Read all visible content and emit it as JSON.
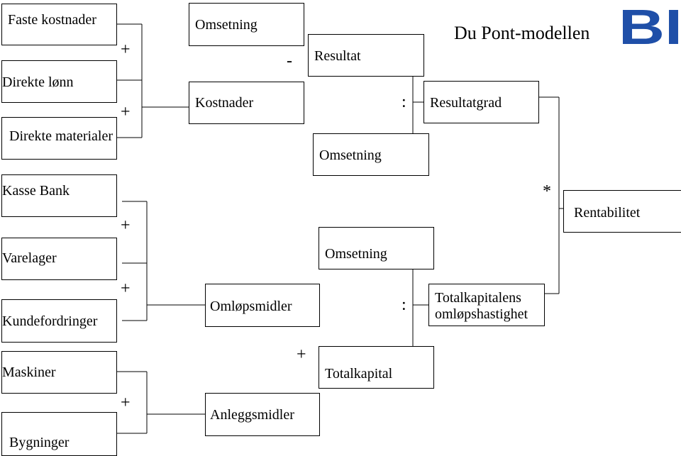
{
  "title": "Du Pont-modellen",
  "logo_text": "BI",
  "colors": {
    "logo": "#1f4fa8",
    "line": "#000000",
    "box_border": "#000000"
  },
  "boxes": {
    "faste_kostnader": "Faste kostnader",
    "direkte_lonn": "Direkte lønn",
    "direkte_materialer": "Direkte materialer",
    "kasse_bank": "Kasse Bank",
    "varelager": "Varelager",
    "kundefordringer": "Kundefordringer",
    "maskiner": "Maskiner",
    "bygninger": "Bygninger",
    "omsetning_top": "Omsetning",
    "kostnader": "Kostnader",
    "omlopsmidler": "Omløpsmidler",
    "anleggsmidler": "Anleggsmidler",
    "resultat": "Resultat",
    "omsetning_mid": "Omsetning",
    "omsetning_lower": "Omsetning",
    "totalkapital": "Totalkapital",
    "resultatgrad": "Resultatgrad",
    "totalkapitalens_line1": "Totalkapitalens",
    "totalkapitalens_line2": "omløpshastighet",
    "rentabilitet": "Rentabilitet"
  },
  "operators": {
    "plus1": "+",
    "plus2": "+",
    "plus3": "+",
    "plus4": "+",
    "plus5": "+",
    "plus6": "+",
    "minus": "-",
    "divide1": ":",
    "divide2": ":",
    "multiply": "*"
  }
}
